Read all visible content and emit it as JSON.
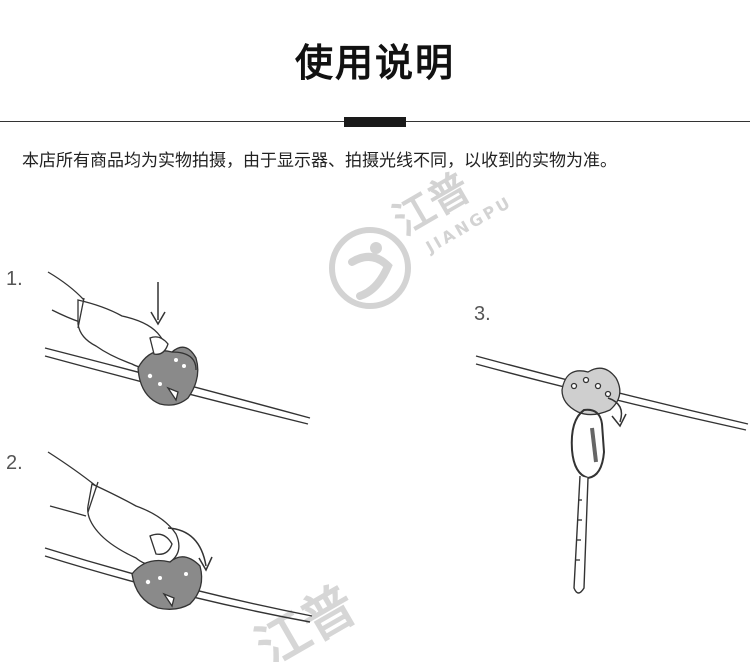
{
  "header": {
    "title": "使用说明"
  },
  "notice": "本店所有商品均为实物拍摄，由于显示器、拍摄光线不同，以收到的实物为准。",
  "watermark": {
    "brand_cn": "江普",
    "brand_en": "JIANGPU"
  },
  "steps": [
    {
      "label": "1."
    },
    {
      "label": "2."
    },
    {
      "label": "3."
    }
  ],
  "colors": {
    "pulley": "#8a8a8a",
    "line": "#333333",
    "watermark": "#cfcfcf"
  }
}
